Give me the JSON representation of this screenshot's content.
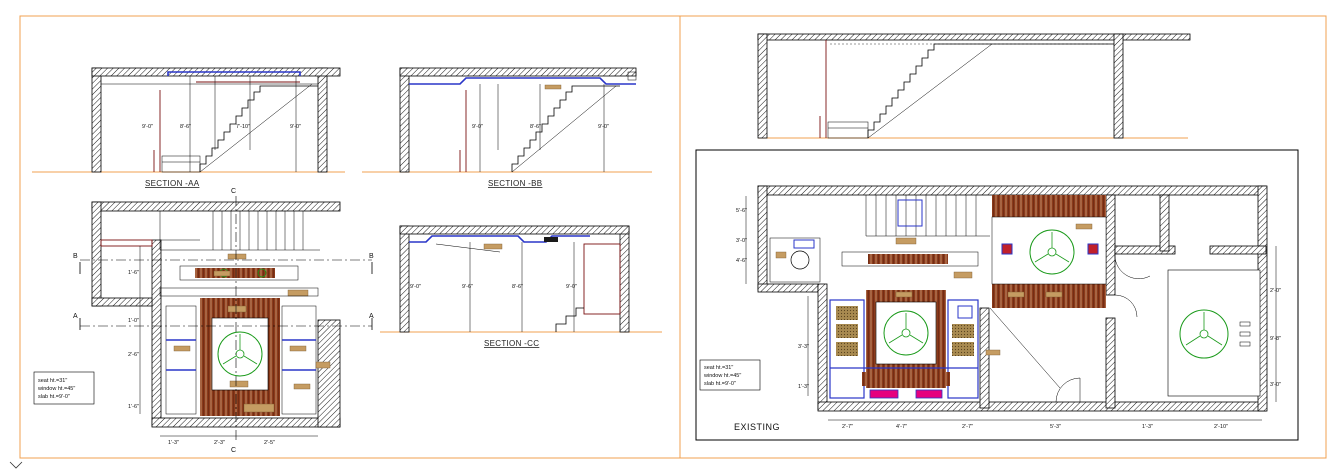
{
  "sheet": {
    "border_color": "#f0a050",
    "wall_color": "#000000",
    "duct_color": "#2a36c8",
    "veneer_color": "#8b3a1a",
    "highlight_color": "#e6007e"
  },
  "left_panel": {
    "section_aa_title": "SECTION -AA",
    "section_bb_title": "SECTION -BB",
    "section_cc_title": "SECTION -CC",
    "markers": {
      "a_left": "A",
      "a_right": "A",
      "b_left": "B",
      "b_right": "B",
      "c_top": "C",
      "c_bottom": "C"
    },
    "notes": [
      "seat ht.=31\"",
      "window ht.=45\"",
      "slab ht.=9'-0\""
    ]
  },
  "right_panel": {
    "existing_label": "EXISTING",
    "notes": [
      "seat ht.=31\"",
      "window ht.=45\"",
      "slab ht.=9'-0\""
    ]
  }
}
